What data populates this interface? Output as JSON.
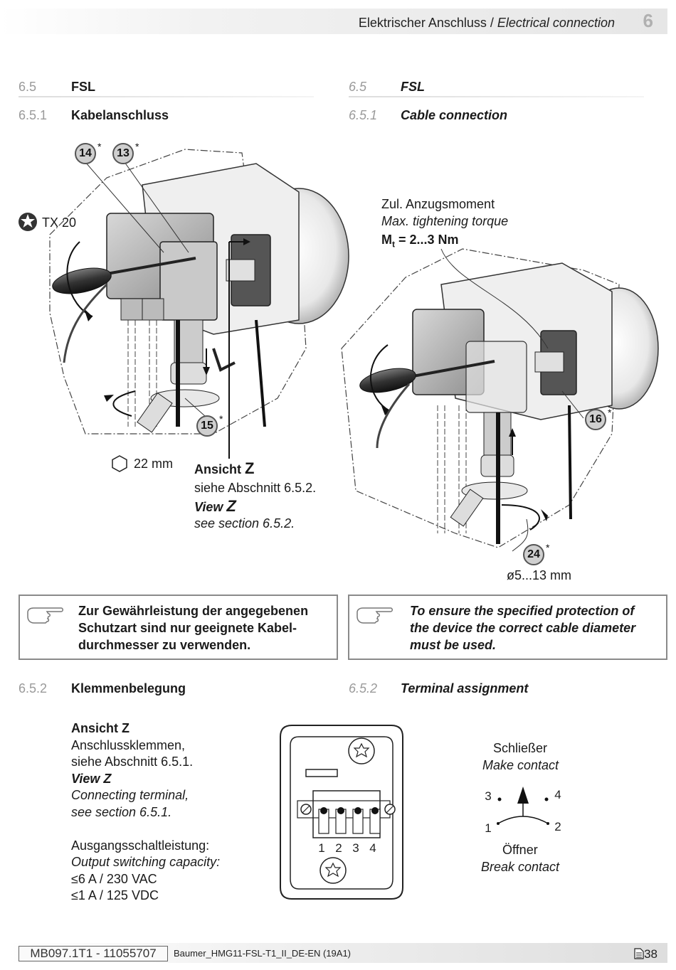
{
  "header": {
    "title_de": "Elektrischer Anschluss /",
    "title_en": "Electrical connection",
    "chapter": "6"
  },
  "left": {
    "section_num": "6.5",
    "section_title": "FSL",
    "subsection_num": "6.5.1",
    "subsection_title": "Kabelanschluss"
  },
  "right": {
    "section_num": "6.5",
    "section_title": "FSL",
    "subsection_num": "6.5.1",
    "subsection_title": "Cable connection"
  },
  "figure1": {
    "callout_14": "14",
    "callout_13": "13",
    "callout_15": "15",
    "callout_16": "16",
    "callout_24": "24",
    "star": "*",
    "tool_label": "TX 20",
    "wrench_label": "22 mm",
    "torque_de": "Zul. Anzugsmoment",
    "torque_en": "Max. tightening torque",
    "torque_symbol": "M",
    "torque_sub": "t",
    "torque_value": "= 2...3 Nm",
    "view_de_label": "Ansicht",
    "view_letter": "Z",
    "view_de_ref": "siehe Abschnitt 6.5.2.",
    "view_en_label": "View",
    "view_en_ref": "see section 6.5.2.",
    "diameter": "ø5...13 mm"
  },
  "notes": {
    "de_line1": "Zur Gewährleistung der angegebenen",
    "de_line2": "Schutzart sind nur geeignete Kabel-",
    "de_line3": "durchmesser zu verwenden.",
    "en_line1": "To ensure the specified protection of",
    "en_line2": "the device the correct cable diameter",
    "en_line3": "must be used."
  },
  "section652": {
    "num_de": "6.5.2",
    "title_de": "Klemmenbelegung",
    "num_en": "6.5.2",
    "title_en": "Terminal assignment"
  },
  "terminal_text": {
    "view_de": "Ansicht Z",
    "desc_de_1": "Anschlussklemmen,",
    "desc_de_2": "siehe Abschnitt 6.5.1.",
    "view_en": "View Z",
    "desc_en_1": "Connecting terminal,",
    "desc_en_2": "see section 6.5.1.",
    "cap_de": "Ausgangsschaltleistung:",
    "cap_en": "Output switching capacity:",
    "cap_ac": "≤6 A / 230 VAC",
    "cap_dc": "≤1 A / 125 VDC"
  },
  "terminal_diagram": {
    "t1": "1",
    "t2": "2",
    "t3": "3",
    "t4": "4"
  },
  "switch_diagram": {
    "make_de": "Schließer",
    "make_en": "Make contact",
    "break_de": "Öffner",
    "break_en": "Break contact",
    "p1": "1",
    "p2": "2",
    "p3": "3",
    "p4": "4"
  },
  "footer": {
    "doc_id": "MB097.1T1 - 11055707",
    "doc_name": "Baumer_HMG11-FSL-T1_II_DE-EN (19A1)",
    "page": "38"
  }
}
